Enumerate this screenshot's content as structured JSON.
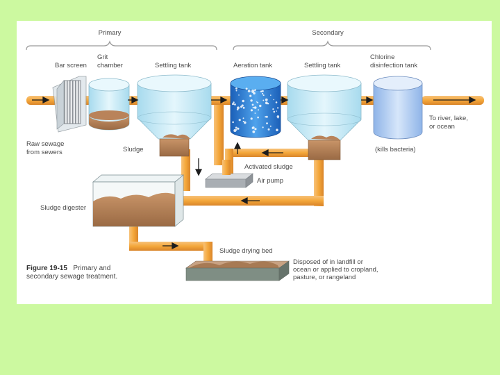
{
  "sections": {
    "primary": "Primary",
    "secondary": "Secondary"
  },
  "labels": {
    "bar_screen": "Bar screen",
    "grit_chamber": [
      "Grit",
      "chamber"
    ],
    "settling_tank_1": "Settling tank",
    "aeration_tank": "Aeration tank",
    "settling_tank_2": "Settling tank",
    "chlorine_tank": [
      "Chlorine",
      "disinfection tank"
    ],
    "raw_sewage": [
      "Raw sewage",
      "from sewers"
    ],
    "sludge": "Sludge",
    "kills_bacteria": "(kills bacteria)",
    "to_river": [
      "To river, lake,",
      "or ocean"
    ],
    "activated_sludge": "Activated sludge",
    "air_pump": "Air pump",
    "sludge_digester": "Sludge digester",
    "sludge_drying_bed": "Sludge drying bed",
    "disposal": [
      "Disposed of in landfill or",
      "ocean or applied to cropland,",
      "pasture, or rangeland"
    ]
  },
  "caption": {
    "figure": "Figure 19-15",
    "text": [
      "Primary and",
      "secondary sewage treatment."
    ]
  },
  "colors": {
    "slide_background": "#ccf9a0",
    "pipe": "#f4a73a",
    "water": "#cfeef8",
    "aeration": "#2f7fd6",
    "chlorine": "#a9c8f0",
    "sludge": "#b9835a"
  }
}
